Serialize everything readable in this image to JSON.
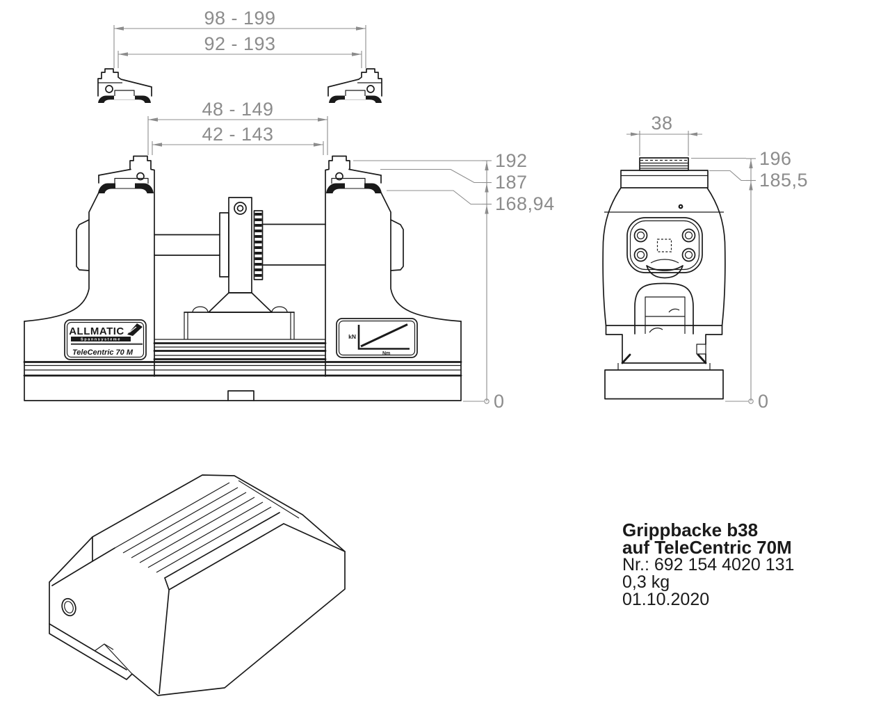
{
  "drawing": {
    "dimensions": {
      "jaw_outer_range": "98 - 199",
      "jaw_inner_range": "92 - 193",
      "vise_outer_range": "48 - 149",
      "vise_inner_range": "42 - 143",
      "height_jaw_top": "192",
      "height_jaw_step": "187",
      "height_seat": "168,94",
      "datum_front": "0",
      "jaw_width": "38",
      "height_side_top": "196",
      "height_side_step": "185,5",
      "datum_side": "0"
    },
    "logo_plate": {
      "brand": "ALLMATIC",
      "subtitle": "Spannsysteme",
      "model": "TeleCentric 70 M"
    },
    "graph_plate": {
      "y_label": "kN",
      "x_label": "Nm"
    },
    "title_block": {
      "title_line1": "Grippbacke b38",
      "title_line2": "auf TeleCentric 70M",
      "part_number": "Nr.: 692 154 4020 131",
      "weight": "0,3 kg",
      "date": "01.10.2020"
    },
    "colors": {
      "line": "#1a1a1a",
      "dimension": "#8c8c8c"
    }
  }
}
